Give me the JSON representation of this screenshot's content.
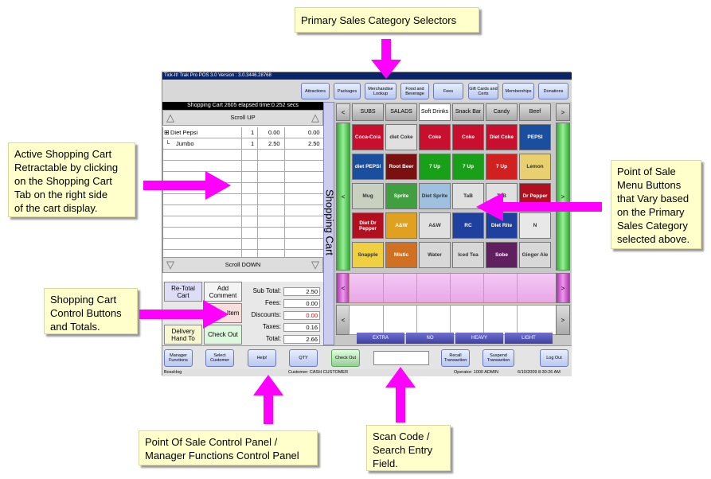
{
  "callouts": {
    "primary": "Primary Sales Category Selectors",
    "cart": [
      "Active Shopping Cart",
      "Retractable by clicking",
      "on the Shopping Cart",
      "Tab on the right side",
      "of the cart display."
    ],
    "pos_menu": [
      "Point of Sale",
      "Menu Buttons",
      "that Vary based",
      "on the Primary",
      "Sales Category",
      "selected above."
    ],
    "cart_ctrl": [
      "Shopping Cart",
      "Control Buttons",
      "and Totals."
    ],
    "panel": [
      "Point Of Sale Control Panel /",
      "Manager Functions Control Panel"
    ],
    "scan": [
      "Scan Code /",
      "Search Entry",
      "Field."
    ]
  },
  "app": {
    "title": "Tick-It! Trak Pro POS 3.0 Version : 3.0.3446.28768",
    "categories": [
      "Attractions",
      "Packages",
      "Merchandise Lookup",
      "Food and Beverage",
      "Fees",
      "Gift Cards and Certs",
      "Memberships",
      "Donations"
    ],
    "cart_header": "Shopping Cart 2605  elapsed time:0.252 secs",
    "scroll_up": "Scroll UP",
    "scroll_down": "Scroll DOWN",
    "cart_items": [
      {
        "name": "Diet Pepsi",
        "qty": "1",
        "price": "0.00",
        "total": "0.00"
      },
      {
        "name": "Jumbo",
        "qty": "1",
        "price": "2.50",
        "total": "2.50"
      }
    ],
    "controls": {
      "retotal": "Re-Total Cart",
      "add_comment": "Add Comment",
      "delete_item": "Delete Item",
      "delivery": "Delivery Hand To",
      "checkout": "Check Out"
    },
    "totals": {
      "subtotal_label": "Sub Total:",
      "subtotal": "2.50",
      "fees_label": "Fees:",
      "fees": "0.00",
      "discounts_label": "Discounts:",
      "discounts": "0.00",
      "taxes_label": "Taxes:",
      "taxes": "0.16",
      "total_label": "Total:",
      "total": "2.66"
    },
    "cart_tab": "Shopping Cart",
    "subcategories": [
      "SUBS",
      "SALADS",
      "Soft Drinks",
      "Snack Bar",
      "Candy",
      "Beef"
    ],
    "items": [
      [
        "Coca-Cola",
        "diet Coke",
        "Coke",
        "Coke",
        "Diet Coke",
        "PEPSI"
      ],
      [
        "diet PEPSI",
        "Root Beer",
        "7 Up",
        "7 Up",
        "7 Up",
        "Lemon"
      ],
      [
        "Mug",
        "Sprite",
        "Diet Sprite",
        "TaB",
        "TaB",
        "Dr Pepper"
      ],
      [
        "Diet Dr Pepper",
        "A&W",
        "A&W",
        "RC",
        "Diet Rite",
        "N"
      ],
      [
        "Snapple",
        "Mistic",
        "Water",
        "Iced Tea",
        "Sobe",
        "Ginger Ale"
      ]
    ],
    "modifiers": [
      "EXTRA",
      "NO",
      "HEAVY",
      "LIGHT"
    ],
    "bottom": {
      "manager": "Manager Functions",
      "select_customer": "Select Customer",
      "help": "Help!",
      "qty": "QTY",
      "checkout": "Check Out",
      "recall": "Recall Transaction",
      "suspend": "Suspend Transaction",
      "logout": "Log Out"
    },
    "status": {
      "user": "BossHog",
      "customer": "Customer: CASH CUSTOMER",
      "operator": "Operator: 1000  ADMIN",
      "datetime": "6/10/2009 8:30:26 AM"
    }
  },
  "colors": {
    "arrow": "#ff00ff",
    "callout_bg": "#ffffcc"
  }
}
